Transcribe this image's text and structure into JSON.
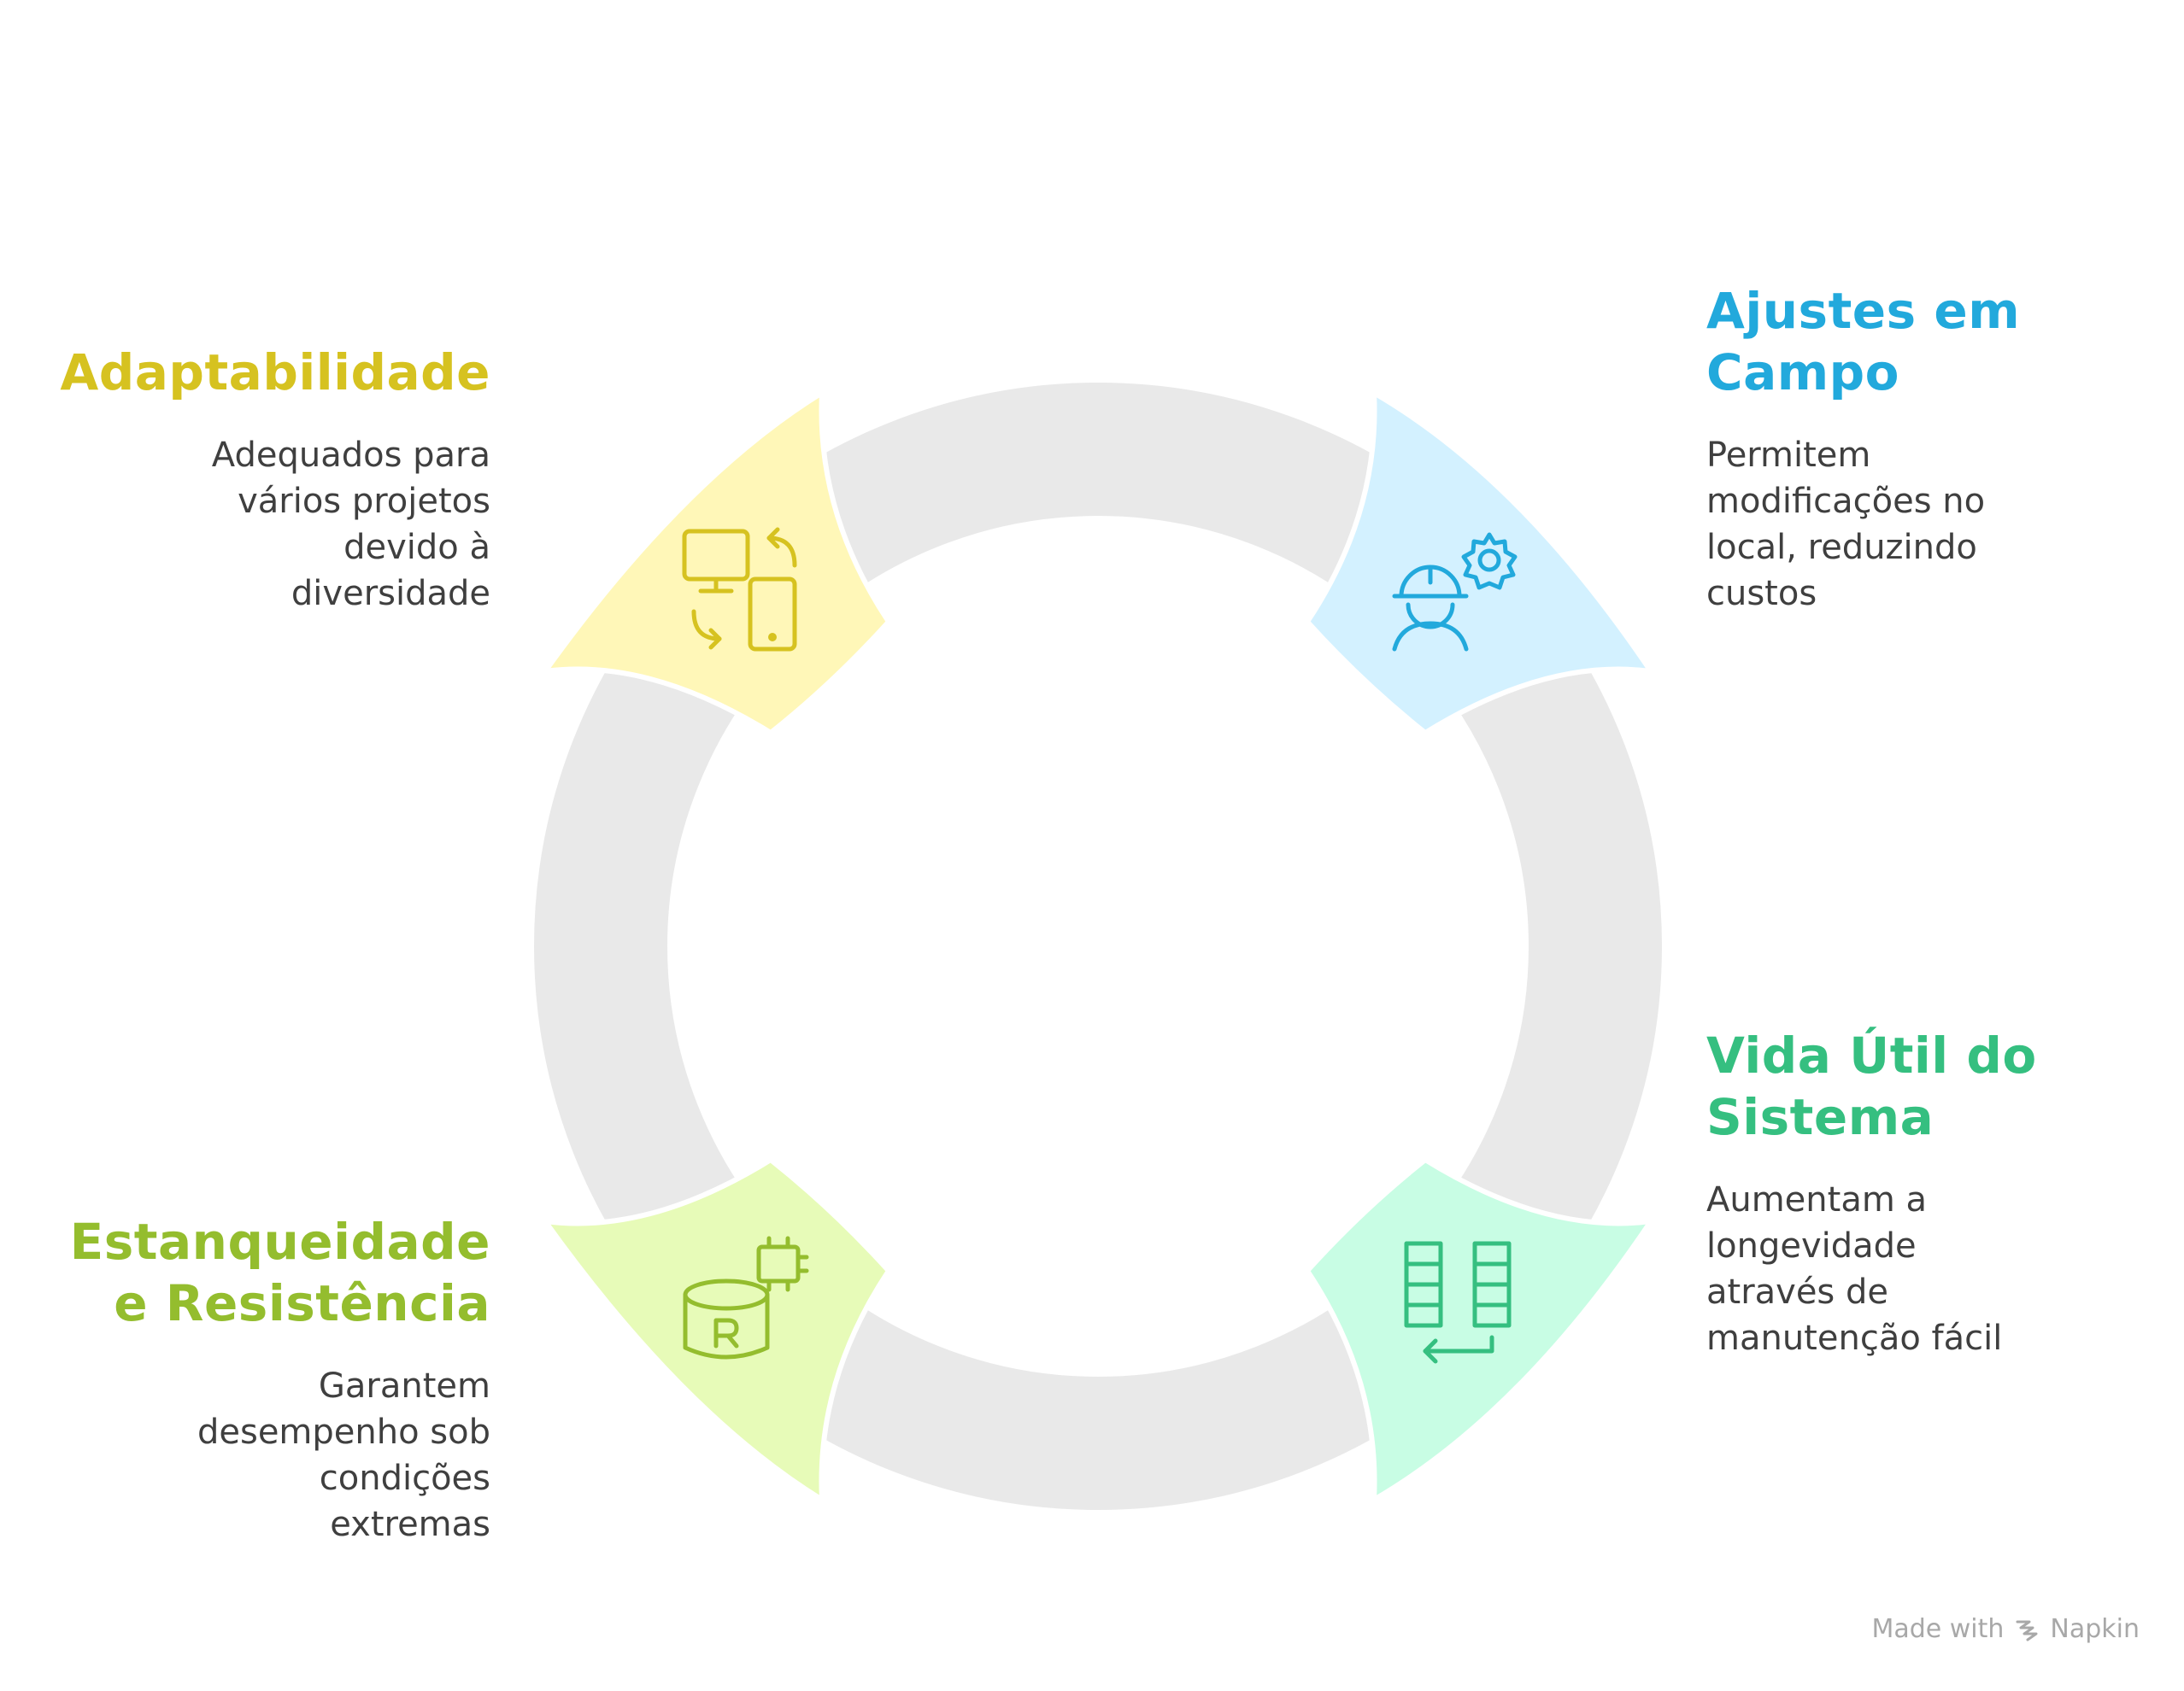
{
  "colors": {
    "ring": "#e9e9e9",
    "adaptabilidade": "#d6c220",
    "adaptabilidade_fill": "#fff7b8",
    "ajustes": "#22a9dc",
    "ajustes_fill": "#d3f1ff",
    "vida": "#35bf80",
    "vida_fill": "#c8fde4",
    "estanqueidade": "#94bd2e",
    "estanqueidade_fill": "#e7fbb8",
    "description_text": "#3f3f3f",
    "footer_text": "#a8a8a8"
  },
  "segments": [
    {
      "id": "adaptabilidade",
      "title": "Adaptabilidade",
      "description": "Adequados para\nvários projetos\ndevido à\ndiversidade",
      "icon": "devices-sync-icon"
    },
    {
      "id": "ajustes",
      "title": "Ajustes em\nCampo",
      "description": "Permitem\nmodificações no\nlocal, reduzindo\ncustos",
      "icon": "worker-gear-icon"
    },
    {
      "id": "vida",
      "title": "Vida Útil do\nSistema",
      "description": "Aumentam a\nlongevidade\natravés de\nmanutenção fácil",
      "icon": "columns-return-icon"
    },
    {
      "id": "estanqueidade",
      "title": "Estanqueidade\ne Resistência",
      "description": "Garantem\ndesempenho sob\ncondições\nextremas",
      "icon": "resistant-database-icon"
    }
  ],
  "footer": {
    "made_with": "Made with",
    "brand": "Napkin",
    "icon": "napkin-logo-icon"
  }
}
